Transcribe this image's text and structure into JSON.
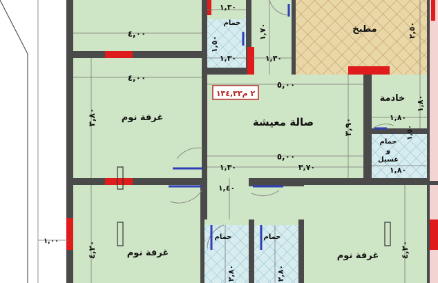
{
  "rooms": {
    "kitchen": "مطبخ",
    "living": "صالة معيشة",
    "bedroom_left": "غرفة نوم",
    "bedroom_bottom_left": "غرفة نوم",
    "bedroom_bottom_right": "غرفة نوم",
    "maid": "خادمة",
    "bath_laundry_1": "حمام",
    "bath_laundry_2": "و",
    "bath_laundry_3": "غسيل",
    "bath_top": "حمام",
    "bath_bottom_left": "حمام",
    "bath_bottom_right": "حمام"
  },
  "area_label": "٢ م١٣٤,٣٣",
  "dimensions": {
    "top_left_room_width": "٤,٠٠",
    "bedroom_width": "٤,٠٠",
    "bedroom_height": "٣,٨٠",
    "bath_top_w": "١,٣٠",
    "bath_top_w2": "١,٣٠",
    "bath_top_h": "١,٥٠",
    "hall_h": "١,٧٠",
    "hall_w": "١,٣٠",
    "kitchen_h": "٢,٥٠",
    "living_w_top": "٥,٠٠",
    "living_w_bottom": "٥,٠٠",
    "living_h": "٣,٩٠",
    "maid_w": "١,٨٠",
    "maid_h": "١,٨٠",
    "laundry_w": "١,٨٠",
    "laundry_h": "١,٥٠",
    "corridor_w1": "١,٣٠",
    "corridor_w2": "٣,٧٠",
    "corridor_h": "١,٤٠",
    "bottom_left_h": "٤,٢٠",
    "bottom_right_h": "٤,٢٠",
    "bath_bottom_h1": "٢,٨٠",
    "bath_bottom_h2": "٢,٨٠",
    "outer_dim": "١,٠٠"
  }
}
